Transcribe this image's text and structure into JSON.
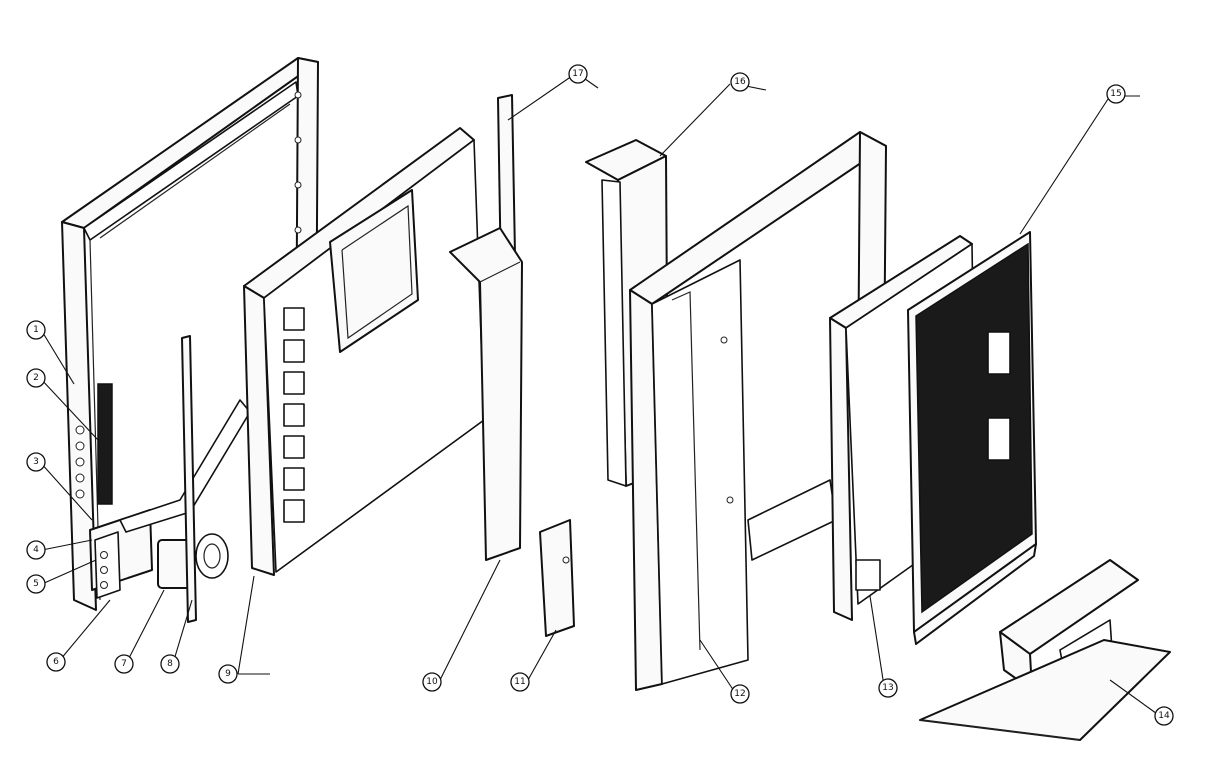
{
  "figure": {
    "type": "exploded-assembly-view",
    "callouts": [
      {
        "id": "c1",
        "label": "1"
      },
      {
        "id": "c2",
        "label": "2"
      },
      {
        "id": "c3",
        "label": "3"
      },
      {
        "id": "c4",
        "label": "4"
      },
      {
        "id": "c5",
        "label": "5"
      },
      {
        "id": "c6",
        "label": "6"
      },
      {
        "id": "c7",
        "label": "7"
      },
      {
        "id": "c8",
        "label": "8"
      },
      {
        "id": "c9",
        "label": "9"
      },
      {
        "id": "c10",
        "label": "10"
      },
      {
        "id": "c11",
        "label": "11"
      },
      {
        "id": "c12",
        "label": "12"
      },
      {
        "id": "c13",
        "label": "13"
      },
      {
        "id": "c14",
        "label": "14"
      },
      {
        "id": "c15",
        "label": "15"
      },
      {
        "id": "c16",
        "label": "16"
      },
      {
        "id": "c17",
        "label": "17"
      }
    ]
  }
}
